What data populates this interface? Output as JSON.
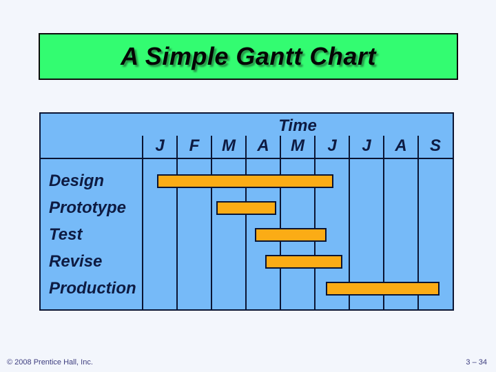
{
  "title": {
    "text": "A Simple Gantt Chart"
  },
  "chart_data": {
    "type": "gantt",
    "axis_title": "Time",
    "months": [
      "J",
      "F",
      "M",
      "A",
      "M",
      "J",
      "J",
      "A",
      "S"
    ],
    "month_axis_note": "months January through September, one column each",
    "tasks": [
      {
        "name": "Design",
        "start": 0.42,
        "end": 5.53
      },
      {
        "name": "Prototype",
        "start": 2.14,
        "end": 3.87
      },
      {
        "name": "Test",
        "start": 3.25,
        "end": 5.33
      },
      {
        "name": "Revise",
        "start": 3.55,
        "end": 5.79
      },
      {
        "name": "Production",
        "start": 5.31,
        "end": 8.61
      }
    ]
  },
  "footer": {
    "copyright": "© 2008 Prentice Hall, Inc.",
    "page": "3 – 34"
  },
  "colors": {
    "page_bg": "#F3F6FC",
    "title_bg": "#33FC71",
    "chart_bg": "#76BAF8",
    "bar_color": "#FBAC15",
    "line_color": "#0A1432",
    "text_color": "#0E1B42"
  }
}
